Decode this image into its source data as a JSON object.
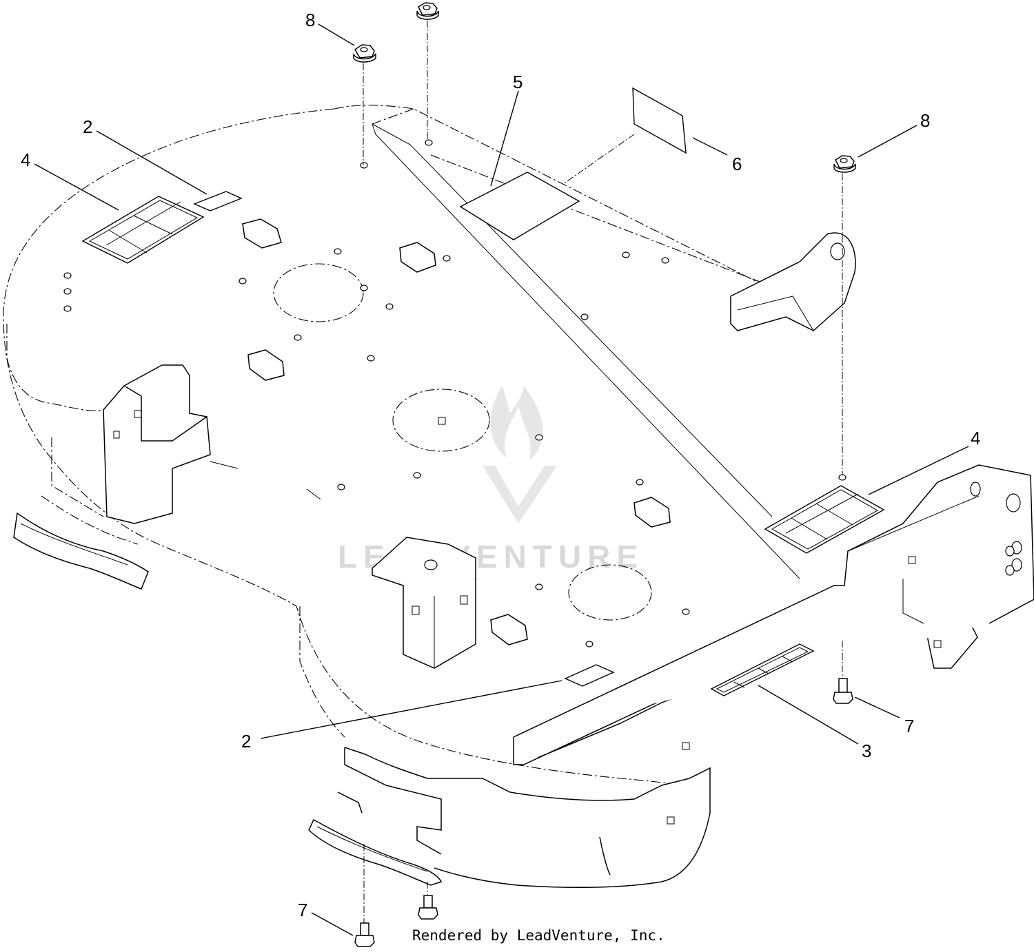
{
  "callouts": {
    "c8a": "8",
    "c8b": "8",
    "c5": "5",
    "c6": "6",
    "c2a": "2",
    "c4a": "4",
    "c4b": "4",
    "c2b": "2",
    "c3": "3",
    "c7a": "7",
    "c7b": "7"
  },
  "watermark": "LEADVENTURE",
  "credit": "Rendered by LeadVenture, Inc."
}
